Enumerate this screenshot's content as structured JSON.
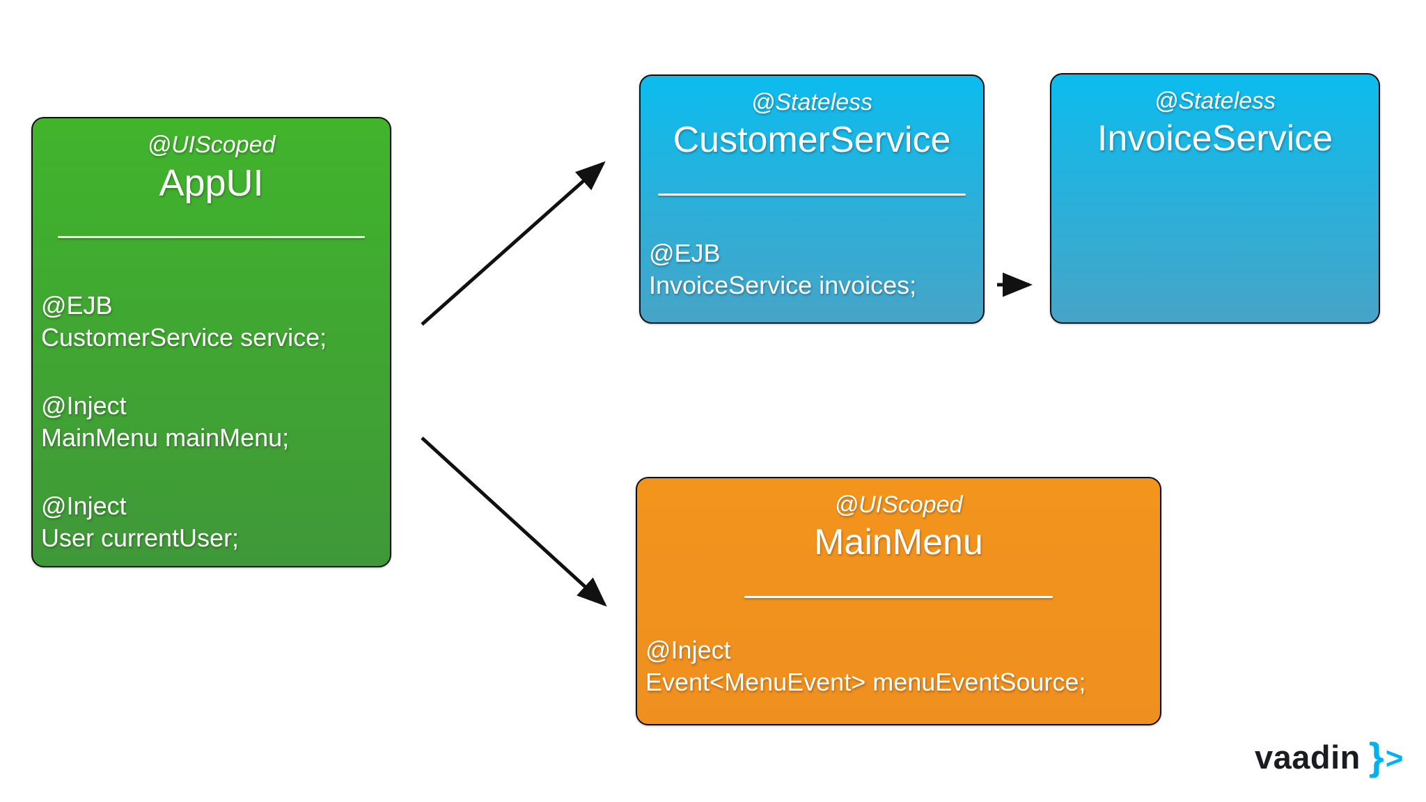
{
  "diagram": {
    "nodes": {
      "appui": {
        "stereotype": "@UIScoped",
        "title": "AppUI",
        "body": [
          "@EJB",
          "CustomerService service;",
          "@Inject",
          "MainMenu mainMenu;",
          "@Inject",
          "User currentUser;"
        ]
      },
      "customer_service": {
        "stereotype": "@Stateless",
        "title": "CustomerService",
        "body": [
          "@EJB",
          "InvoiceService invoices;"
        ]
      },
      "invoice_service": {
        "stereotype": "@Stateless",
        "title": "InvoiceService"
      },
      "main_menu": {
        "stereotype": "@UIScoped",
        "title": "MainMenu",
        "body": [
          "@Inject",
          "Event<MenuEvent> menuEventSource;"
        ]
      }
    },
    "edges": [
      {
        "from": "AppUI",
        "to": "CustomerService"
      },
      {
        "from": "CustomerService",
        "to": "InvoiceService"
      },
      {
        "from": "AppUI",
        "to": "MainMenu"
      }
    ],
    "colors": {
      "green_top": "#41b42c",
      "green_bottom": "#3f9838",
      "blue_top": "#0cbcee",
      "blue_bottom": "#47a4c7",
      "orange_top": "#f3941d",
      "orange_bottom": "#ef8f1f",
      "arrow": "#111111",
      "vaadin_dark": "#1b1c22",
      "vaadin_blue": "#00b3ef"
    }
  },
  "logo": {
    "wordmark": "vaadin",
    "brace": "}",
    "chevron": ">"
  }
}
